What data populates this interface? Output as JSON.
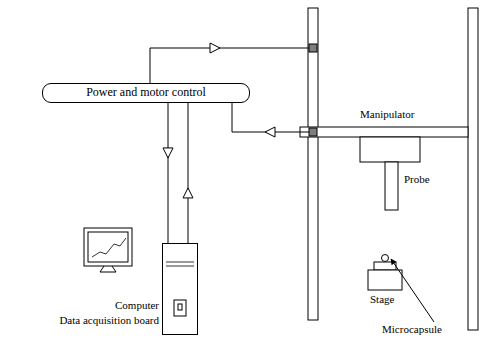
{
  "diagram": {
    "nodes": [
      {
        "text": [
          "Power and motor control"
        ]
      },
      {
        "text": [
          "Computer",
          "Data acquisition board"
        ]
      }
    ],
    "edges": [
      {
        "from": 0,
        "to": 1,
        "arrow": "to"
      },
      {
        "from": 1,
        "to": 0,
        "arrow": "to"
      }
    ],
    "labels": [
      "Manipulator",
      "Probe",
      "Stage",
      "Microcapsule"
    ]
  }
}
